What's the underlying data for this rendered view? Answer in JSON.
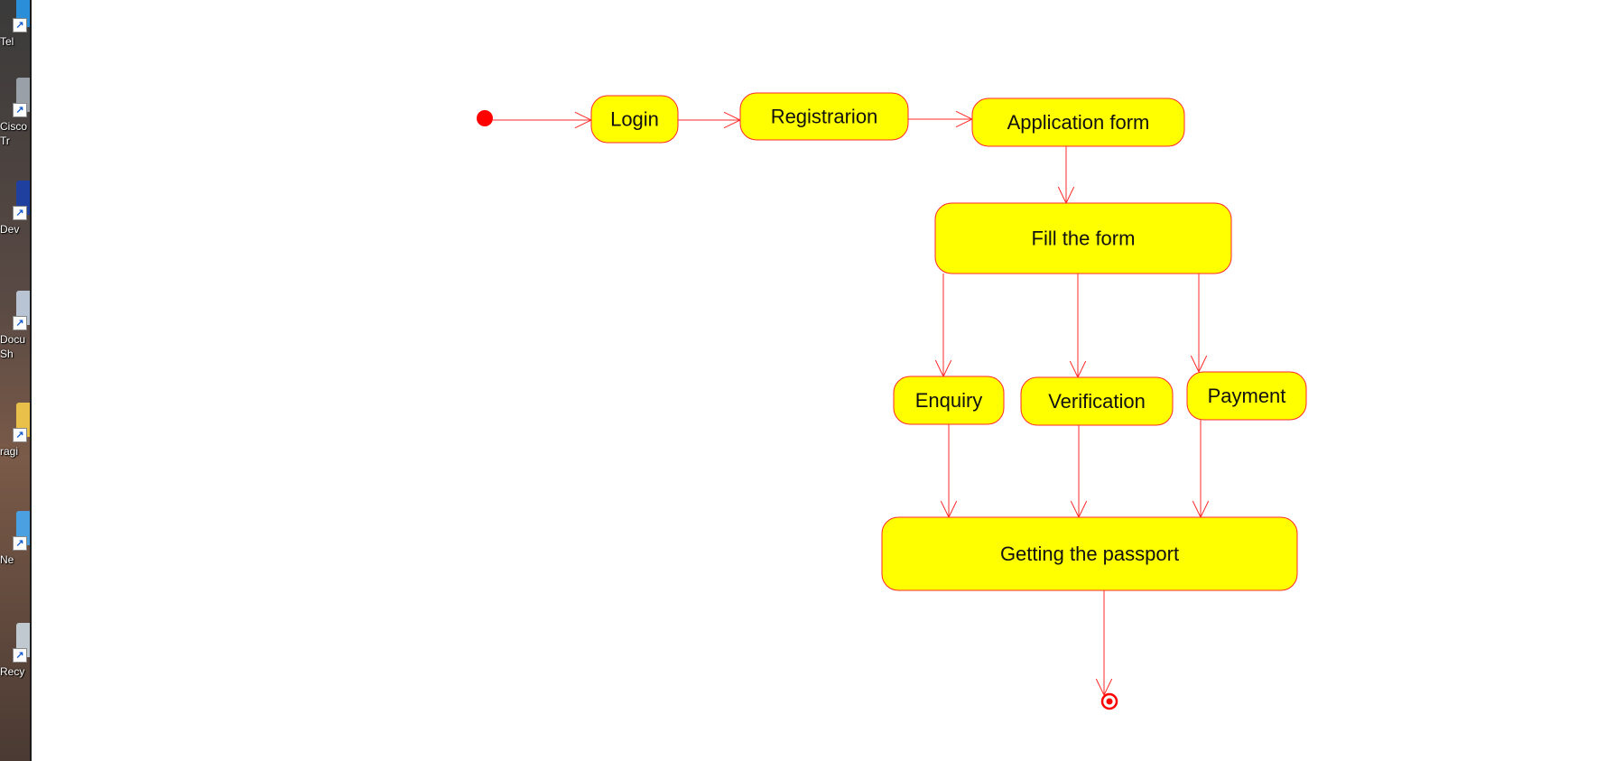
{
  "colors": {
    "node_fill": "#ffff00",
    "node_stroke": "#ff2a2a",
    "edge": "#ff2a2a",
    "start": "#ff0000",
    "text": "#111111"
  },
  "desktop_icons": [
    {
      "label": "Tel",
      "icon": "telegram-icon",
      "color": "#2a8fd8"
    },
    {
      "label": "Cisco\nTr",
      "icon": "cisco-icon",
      "color": "#9aa0a8"
    },
    {
      "label": "Dev",
      "icon": "dev-icon",
      "color": "#2040a0"
    },
    {
      "label": "Docu\nSh",
      "icon": "document-icon",
      "color": "#b8c4d4"
    },
    {
      "label": "ragi",
      "icon": "folder-icon",
      "color": "#e8c04a"
    },
    {
      "label": "Ne",
      "icon": "network-icon",
      "color": "#4aa0e0"
    },
    {
      "label": "Recy",
      "icon": "recycle-bin-icon",
      "color": "#c0c8d0"
    }
  ],
  "diagram": {
    "start": {
      "id": "start",
      "kind": "initial-node"
    },
    "end": {
      "id": "end",
      "kind": "final-node"
    },
    "nodes": [
      {
        "id": "login",
        "label": "Login"
      },
      {
        "id": "registration",
        "label": "Registrarion"
      },
      {
        "id": "application",
        "label": "Application form"
      },
      {
        "id": "fill",
        "label": "Fill the form"
      },
      {
        "id": "enquiry",
        "label": "Enquiry"
      },
      {
        "id": "verification",
        "label": "Verification"
      },
      {
        "id": "payment",
        "label": "Payment"
      },
      {
        "id": "passport",
        "label": "Getting the passport"
      }
    ],
    "edges": [
      {
        "from": "start",
        "to": "login"
      },
      {
        "from": "login",
        "to": "registration"
      },
      {
        "from": "registration",
        "to": "application"
      },
      {
        "from": "application",
        "to": "fill"
      },
      {
        "from": "fill",
        "to": "enquiry"
      },
      {
        "from": "fill",
        "to": "verification"
      },
      {
        "from": "fill",
        "to": "payment"
      },
      {
        "from": "enquiry",
        "to": "passport"
      },
      {
        "from": "verification",
        "to": "passport"
      },
      {
        "from": "payment",
        "to": "passport"
      },
      {
        "from": "passport",
        "to": "end"
      }
    ]
  }
}
